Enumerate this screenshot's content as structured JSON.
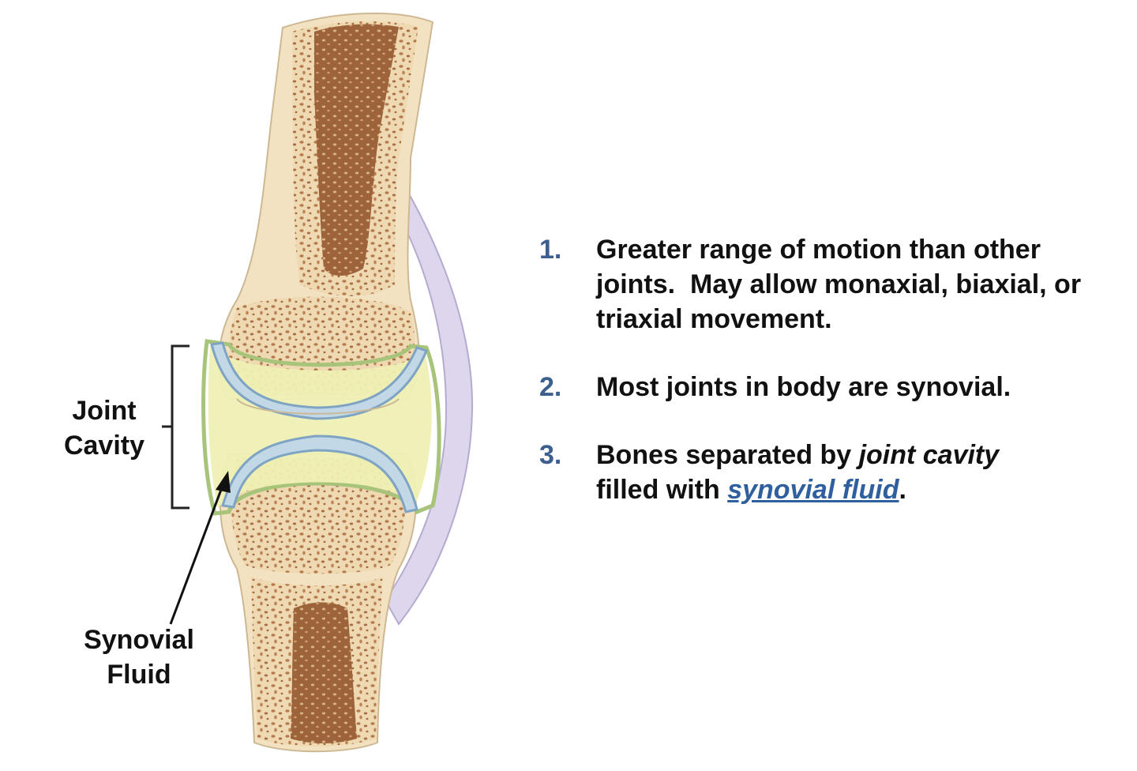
{
  "labels": {
    "joint_cavity": [
      "Joint",
      "Cavity"
    ],
    "synovial_fluid": [
      "Synovial",
      "Fluid"
    ]
  },
  "points": [
    {
      "number": "1.",
      "lines": [
        "Greater range of motion than other",
        "joints.  May allow monaxial, biaxial, or",
        "triaxial movement."
      ]
    },
    {
      "number": "2.",
      "text": "Most joints in body are synovial."
    },
    {
      "number": "3.",
      "line1_prefix": "Bones separated by ",
      "line1_emphasis": "joint cavity",
      "line2_prefix": "filled with ",
      "line2_link": "synovial fluid",
      "line2_suffix": "."
    }
  ],
  "colors": {
    "number": "#3c5f8e",
    "link": "#2f5f9e",
    "bone": "#f1dfbd",
    "marrow": "#a46b41",
    "cartilage": "#c3d8e6",
    "cartilage_edge": "#7fa4c3",
    "fluid": "#eef0b4",
    "membrane": "#a7c47a"
  }
}
